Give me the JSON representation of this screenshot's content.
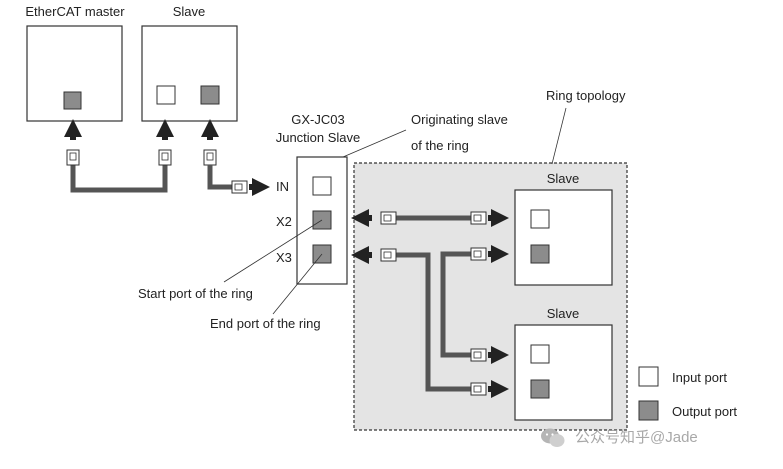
{
  "labels": {
    "ethercat_master": "EtherCAT master",
    "slave_top": "Slave",
    "junction_line1": "GX-JC03",
    "junction_line2": "Junction Slave",
    "originating_line1": "Originating slave",
    "originating_line2": "of the ring",
    "ring_topology": "Ring topology",
    "port_in": "IN",
    "port_x2": "X2",
    "port_x3": "X3",
    "ring_slave_1": "Slave",
    "ring_slave_2": "Slave",
    "start_port": "Start port of the ring",
    "end_port": "End port of the ring"
  },
  "legend": {
    "input_port": "Input port",
    "output_port": "Output port"
  },
  "colors": {
    "output_port": "#8c8c8c",
    "input_port": "#ffffff",
    "ring_area": "#e4e4e4",
    "cable": "#555555"
  },
  "watermark": "公众号知乎@Jade"
}
